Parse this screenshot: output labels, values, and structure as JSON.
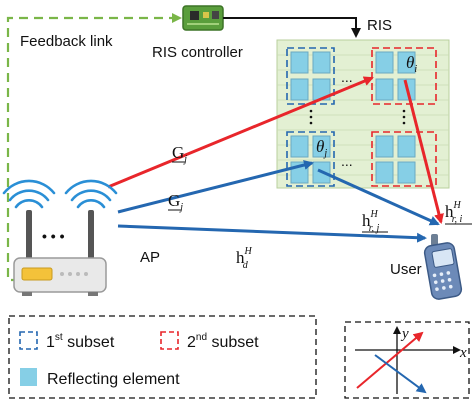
{
  "labels": {
    "feedback_link": "Feedback link",
    "ris_controller": "RIS controller",
    "ris": "RIS",
    "ap": "AP",
    "user": "User",
    "dots": "• • •"
  },
  "math": {
    "G_j_upper": "G",
    "G_j_upper_sub": "j",
    "G_j_lower": "G",
    "G_j_lower_sub": "j",
    "h_d": "h",
    "h_d_sup": "H",
    "h_d_sub": "d",
    "h_rj": "h",
    "h_rj_sup": "H",
    "h_rj_sub": "r, j",
    "h_ri": "h",
    "h_ri_sup": "H",
    "h_ri_sub": "r, i",
    "theta_i": "θ",
    "theta_i_sub": "i",
    "theta_j": "θ",
    "theta_j_sub": "j"
  },
  "legend": {
    "subset1_prefix": "1",
    "subset1_sup": "st",
    "subset1_suffix": " subset",
    "subset2_prefix": "2",
    "subset2_sup": "nd",
    "subset2_suffix": " subset",
    "reflecting_element": "Reflecting element"
  },
  "axes": {
    "x": "x",
    "y": "y"
  },
  "colors": {
    "red": "#e8262b",
    "blue": "#2467b0",
    "green_dashed": "#7ab648",
    "tile": "#86cfe6",
    "ris_board": "#e3f0d3"
  }
}
